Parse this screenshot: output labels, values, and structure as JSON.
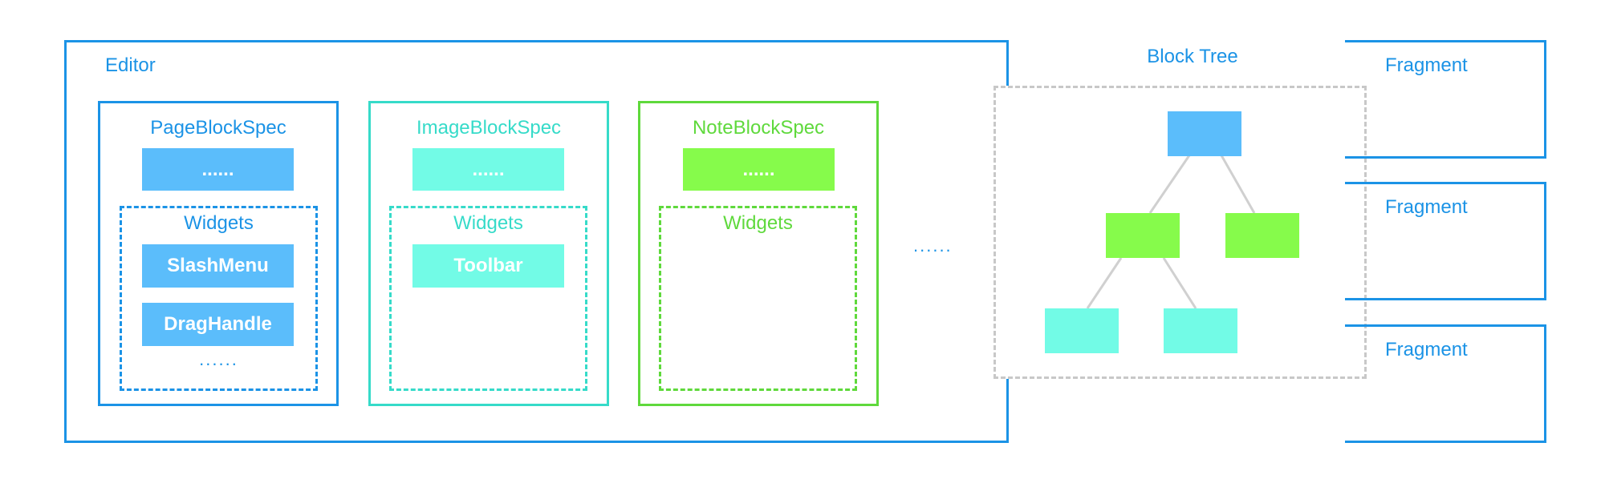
{
  "colors": {
    "blue": "#1b93e6",
    "light_blue": "#5bbdfb",
    "teal": "#36dbc9",
    "light_teal": "#72fbe6",
    "green": "#5fd93c",
    "light_green": "#86fb4b",
    "gray_dashed": "#c8c8c8"
  },
  "editor": {
    "title": "Editor",
    "specs": [
      {
        "title": "PageBlockSpec",
        "bar": "......",
        "widgets_title": "Widgets",
        "widgets": [
          "SlashMenu",
          "DragHandle"
        ],
        "widgets_more": "......"
      },
      {
        "title": "ImageBlockSpec",
        "bar": "......",
        "widgets_title": "Widgets",
        "widgets": [
          "Toolbar"
        ]
      },
      {
        "title": "NoteBlockSpec",
        "bar": "......",
        "widgets_title": "Widgets",
        "widgets": []
      }
    ],
    "more": "......"
  },
  "block_tree": {
    "title": "Block Tree"
  },
  "fragments": [
    "Fragment",
    "Fragment",
    "Fragment"
  ]
}
